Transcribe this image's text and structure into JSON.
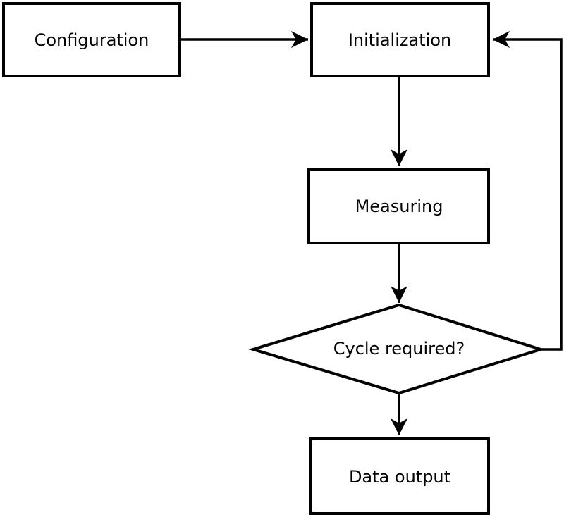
{
  "colors": {
    "background": "#ffffff",
    "line": "#000000",
    "node_fill": "#ffffff",
    "text": "#000000"
  },
  "diagram": {
    "type": "flowchart",
    "nodes": {
      "configuration": {
        "label": "Configuration",
        "shape": "rectangle"
      },
      "initialization": {
        "label": "Initialization",
        "shape": "rectangle"
      },
      "measuring": {
        "label": "Measuring",
        "shape": "rectangle"
      },
      "cycle_required": {
        "label": "Cycle required?",
        "shape": "diamond"
      },
      "data_output": {
        "label": "Data output",
        "shape": "rectangle"
      }
    },
    "edges": [
      {
        "from": "configuration",
        "to": "initialization",
        "style": "arrow",
        "kind": "forward"
      },
      {
        "from": "initialization",
        "to": "measuring",
        "style": "arrow",
        "kind": "forward"
      },
      {
        "from": "measuring",
        "to": "cycle_required",
        "style": "arrow",
        "kind": "forward"
      },
      {
        "from": "cycle_required",
        "to": "data_output",
        "style": "arrow",
        "kind": "forward"
      },
      {
        "from": "cycle_required",
        "to": "initialization",
        "style": "arrow",
        "kind": "feedback-loop"
      }
    ]
  }
}
